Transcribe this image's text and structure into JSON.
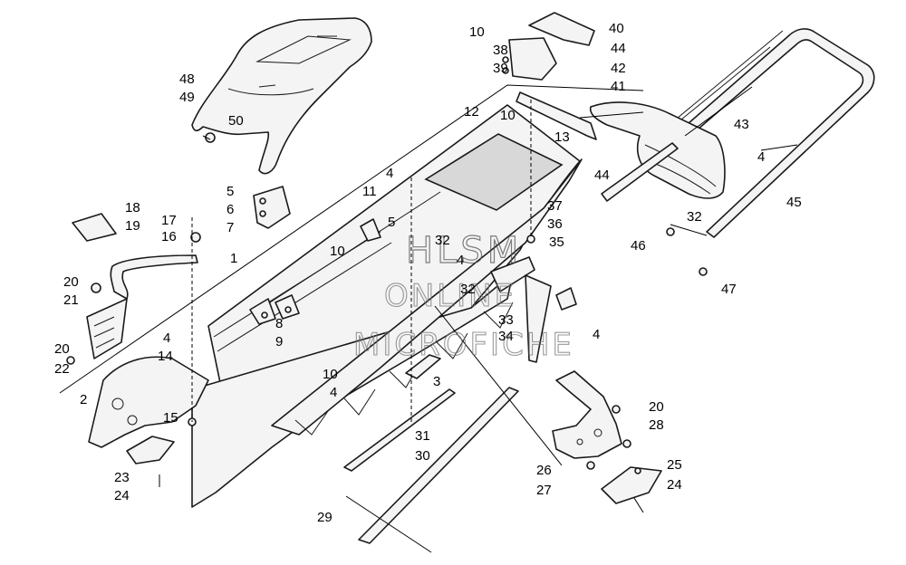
{
  "watermark": {
    "line1": "HLSM",
    "line2": "ONLINE",
    "line3": "MICROFICHE"
  },
  "callouts": [
    {
      "id": "c1",
      "text": "1"
    },
    {
      "id": "c2",
      "text": "2"
    },
    {
      "id": "c3",
      "text": "3"
    },
    {
      "id": "c4a",
      "text": "4"
    },
    {
      "id": "c4b",
      "text": "4"
    },
    {
      "id": "c4c",
      "text": "4"
    },
    {
      "id": "c4d",
      "text": "4"
    },
    {
      "id": "c4e",
      "text": "4"
    },
    {
      "id": "c4f",
      "text": "4"
    },
    {
      "id": "c5a",
      "text": "5"
    },
    {
      "id": "c5b",
      "text": "5"
    },
    {
      "id": "c6",
      "text": "6"
    },
    {
      "id": "c7",
      "text": "7"
    },
    {
      "id": "c8",
      "text": "8"
    },
    {
      "id": "c9",
      "text": "9"
    },
    {
      "id": "c10a",
      "text": "10"
    },
    {
      "id": "c10b",
      "text": "10"
    },
    {
      "id": "c10c",
      "text": "10"
    },
    {
      "id": "c10d",
      "text": "10"
    },
    {
      "id": "c11",
      "text": "11"
    },
    {
      "id": "c12",
      "text": "12"
    },
    {
      "id": "c13",
      "text": "13"
    },
    {
      "id": "c14",
      "text": "14"
    },
    {
      "id": "c15",
      "text": "15"
    },
    {
      "id": "c16",
      "text": "16"
    },
    {
      "id": "c17",
      "text": "17"
    },
    {
      "id": "c18",
      "text": "18"
    },
    {
      "id": "c19",
      "text": "19"
    },
    {
      "id": "c20a",
      "text": "20"
    },
    {
      "id": "c20b",
      "text": "20"
    },
    {
      "id": "c20c",
      "text": "20"
    },
    {
      "id": "c21",
      "text": "21"
    },
    {
      "id": "c22",
      "text": "22"
    },
    {
      "id": "c23",
      "text": "23"
    },
    {
      "id": "c24a",
      "text": "24"
    },
    {
      "id": "c24b",
      "text": "24"
    },
    {
      "id": "c25",
      "text": "25"
    },
    {
      "id": "c26",
      "text": "26"
    },
    {
      "id": "c27",
      "text": "27"
    },
    {
      "id": "c28",
      "text": "28"
    },
    {
      "id": "c29",
      "text": "29"
    },
    {
      "id": "c30",
      "text": "30"
    },
    {
      "id": "c31",
      "text": "31"
    },
    {
      "id": "c32a",
      "text": "32"
    },
    {
      "id": "c32b",
      "text": "32"
    },
    {
      "id": "c32c",
      "text": "32"
    },
    {
      "id": "c33",
      "text": "33"
    },
    {
      "id": "c34",
      "text": "34"
    },
    {
      "id": "c35",
      "text": "35"
    },
    {
      "id": "c36",
      "text": "36"
    },
    {
      "id": "c37",
      "text": "37"
    },
    {
      "id": "c38",
      "text": "38"
    },
    {
      "id": "c39",
      "text": "39"
    },
    {
      "id": "c40",
      "text": "40"
    },
    {
      "id": "c41",
      "text": "41"
    },
    {
      "id": "c42",
      "text": "42"
    },
    {
      "id": "c43",
      "text": "43"
    },
    {
      "id": "c44a",
      "text": "44"
    },
    {
      "id": "c44b",
      "text": "44"
    },
    {
      "id": "c45",
      "text": "45"
    },
    {
      "id": "c46",
      "text": "46"
    },
    {
      "id": "c47",
      "text": "47"
    },
    {
      "id": "c48",
      "text": "48"
    },
    {
      "id": "c49",
      "text": "49"
    },
    {
      "id": "c50",
      "text": "50"
    }
  ]
}
